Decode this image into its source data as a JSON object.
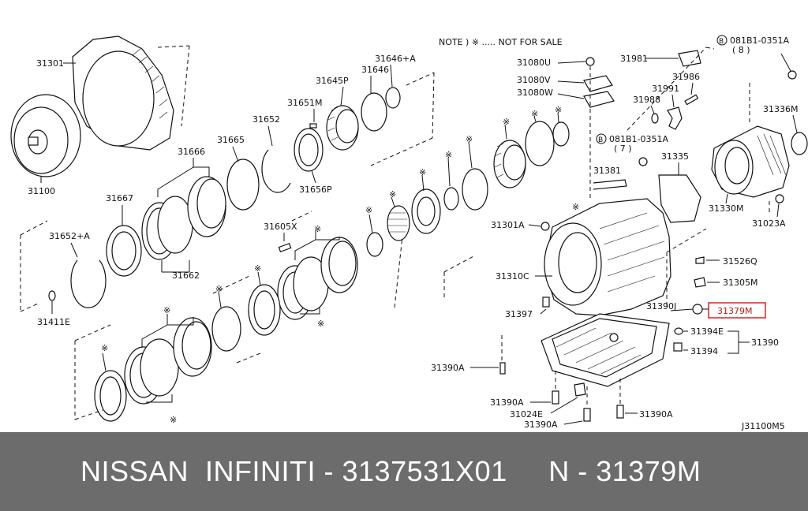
{
  "note": "NOTE ) ※ ..... NOT FOR SALE",
  "figure_code": "J31100M5",
  "highlight_color": "#e03030",
  "banner": {
    "brand": "NISSAN  INFINITI",
    "part_number": "3137531X01",
    "ref": "N - 31379M",
    "text": "NISSAN  INFINITI - 3137531X01     N - 31379M"
  },
  "labels": {
    "l31301": "31301",
    "l31100": "31100",
    "l31666": "31666",
    "l31665": "31665",
    "l31652": "31652",
    "l31651M": "31651M",
    "l31645P": "31645P",
    "l31646": "31646",
    "l31646A": "31646+A",
    "l31656P": "31656P",
    "l31667": "31667",
    "l31652A": "31652+A",
    "l31662": "31662",
    "l31411E": "31411E",
    "l31605X": "31605X",
    "l31080U": "31080U",
    "l31080V": "31080V",
    "l31080W": "31080W",
    "l31981": "31981",
    "l081B1_8": "081B1-0351A",
    "q8": "( 8 )",
    "l31986": "31986",
    "l31991": "31991",
    "l31988": "31988",
    "l31336M": "31336M",
    "l081B1_7": "081B1-0351A",
    "q7": "( 7 )",
    "l31381": "31381",
    "l31335": "31335",
    "l31330M": "31330M",
    "l31023A": "31023A",
    "l31301A": "31301A",
    "l31526Q": "31526Q",
    "l31310C": "31310C",
    "l31305M": "31305M",
    "l31390J": "31390J",
    "l31379M": "31379M",
    "l31397": "31397",
    "l31394E": "31394E",
    "l31390": "31390",
    "l31394": "31394",
    "l31390A_1": "31390A",
    "l31390A_2": "31390A",
    "l31024E": "31024E",
    "l31390A_3": "31390A",
    "l31390A_4": "31390A",
    "B": "B",
    "star": "※"
  }
}
